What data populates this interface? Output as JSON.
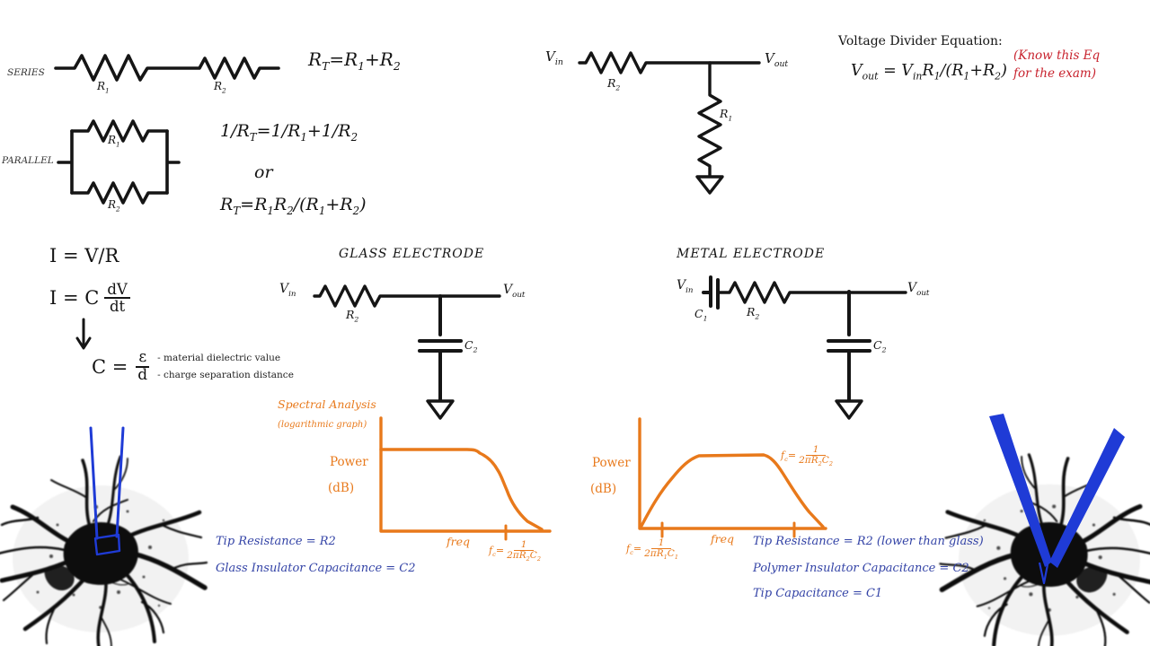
{
  "colors": {
    "ink": "#141414",
    "orange_graph": "#E8791B",
    "blue_annotation": "#3343A6",
    "blue_electrode": "#1F3BD6",
    "red_note": "#C8232E"
  },
  "series": {
    "label": "SERIES",
    "r1_label": "R_{1}",
    "r2_label": "R_{2}",
    "equation": "R_{T}=R_{1}+R_{2}"
  },
  "parallel": {
    "label": "PARALLEL",
    "r1_label": "R_{1}",
    "r2_label": "R_{2}",
    "equation1": "1/R_{T}=1/R_{1}+1/R_{2}",
    "conjunction": "or",
    "equation2": "R_{T}=R_{1}R_{2}/(R_{1}+R_{2})"
  },
  "voltage_divider": {
    "vin_label": "V_{in}",
    "r2_label": "R_{2}",
    "r1_label": "R_{1}",
    "vout_label": "V_{out}",
    "heading": "Voltage Divider Equation:",
    "equation": "V_{out} = V_{in}R_{1}/(R_{1}+R_{2})",
    "exam_note_line1": "(Know this Eq",
    "exam_note_line2": "for the exam)"
  },
  "current_equations": {
    "ohms_law": "I = V/R",
    "capacitor_current_prefix": "I = C",
    "dv": "dV",
    "dt": "dt",
    "capacitance_prefix": "C =",
    "epsilon": "ε",
    "d": "d",
    "epsilon_note": "- material dielectric value",
    "d_note": "- charge separation distance"
  },
  "glass_electrode": {
    "title": "GLASS ELECTRODE",
    "vin_label": "V_{in}",
    "r2_label": "R_{2}",
    "vout_label": "V_{out}",
    "c2_label": "C_{2}",
    "graph": {
      "heading": "Spectral Analysis",
      "subheading": "(logarithmic graph)",
      "y_label_line1": "Power",
      "y_label_line2": "(dB)",
      "x_label": "freq",
      "cutoff_prefix": "f_{c}=",
      "cutoff_numerator": "1",
      "cutoff_denominator": "2πR_{2}C_{2}"
    },
    "annotation1": "Tip Resistance = R2",
    "annotation2": "Glass Insulator Capacitance = C2"
  },
  "metal_electrode": {
    "title": "METAL ELECTRODE",
    "vin_label": "V_{in}",
    "c1_label": "C_{1}",
    "r2_label": "R_{2}",
    "vout_label": "V_{out}",
    "c2_label": "C_{2}",
    "graph": {
      "y_label_line1": "Power",
      "y_label_line2": "(dB)",
      "x_label": "freq",
      "low_cutoff_prefix": "f_{c}=",
      "low_cutoff_numerator": "1",
      "low_cutoff_denominator": "2πR_{1}C_{1}",
      "high_cutoff_prefix": "f_{c}=",
      "high_cutoff_numerator": "1",
      "high_cutoff_denominator": "2πR_{2}C_{2}"
    },
    "annotation1": "Tip Resistance = R2 (lower than glass)",
    "annotation2": "Polymer Insulator Capacitance = C2",
    "annotation3": "Tip Capacitance = C1"
  },
  "chart_data": [
    {
      "type": "line",
      "title": "Glass electrode spectral analysis (logarithmic graph)",
      "xlabel": "freq",
      "ylabel": "Power (dB)",
      "shape": "low-pass: flat passband, roll-off above cutoff",
      "cutoff_label": "f_c = 1/(2πR2C2)"
    },
    {
      "type": "line",
      "title": "Metal electrode spectral analysis",
      "xlabel": "freq",
      "ylabel": "Power (dB)",
      "shape": "band-pass: rises above low cutoff, flat, rolls off above high cutoff",
      "cutoff_labels": [
        "f_c = 1/(2πR1C1)",
        "f_c = 1/(2πR2C2)"
      ]
    }
  ]
}
